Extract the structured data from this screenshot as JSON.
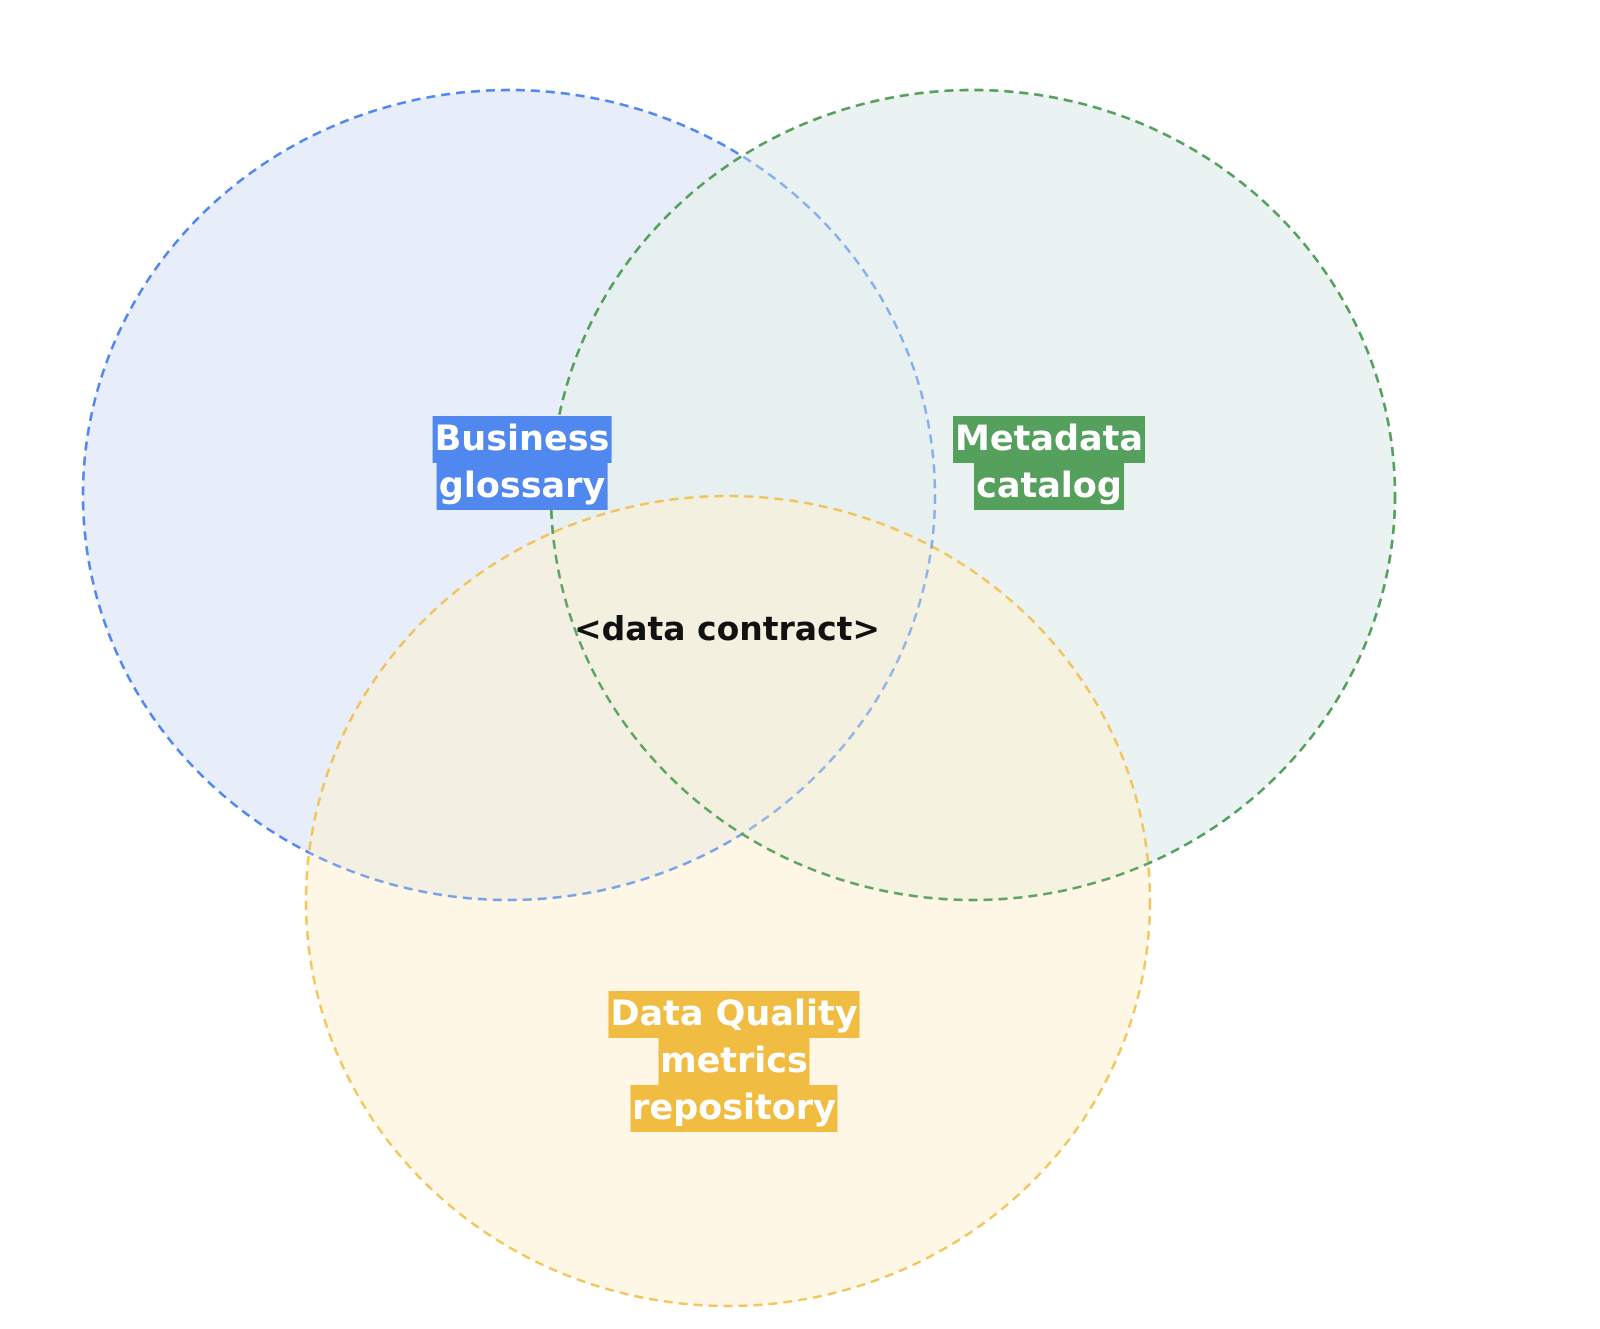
{
  "diagram": {
    "type": "venn",
    "sets": [
      {
        "id": "business",
        "lines": [
          "Business",
          "glossary"
        ],
        "fill": "#e7edf9",
        "stroke": "#5088ef",
        "label_bg": "#5088ef"
      },
      {
        "id": "metadata",
        "lines": [
          "Metadata",
          "catalog"
        ],
        "fill": "#e7f0ef",
        "stroke": "#55a05c",
        "label_bg": "#55a05c"
      },
      {
        "id": "dq",
        "lines": [
          "Data Quality",
          "metrics",
          "repository"
        ],
        "fill": "#fdf0d1",
        "stroke": "#f1bc42",
        "label_bg": "#f1bc42"
      }
    ],
    "intersection_label": "<data contract>",
    "text_color": "#ffffff",
    "center_text_color": "#111111"
  }
}
